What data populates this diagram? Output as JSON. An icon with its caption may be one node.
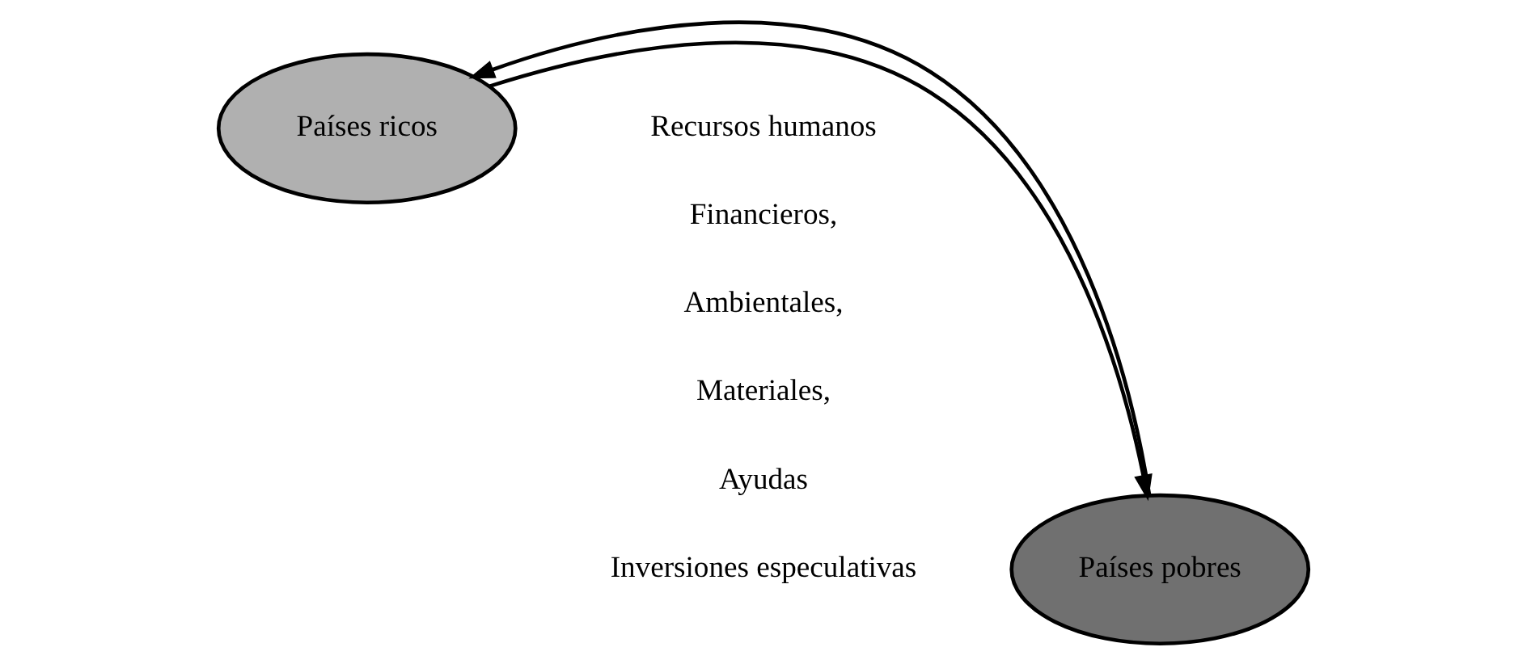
{
  "diagram": {
    "nodes": [
      {
        "text": [
          "Países ricos"
        ]
      },
      {
        "text": [
          "Países pobres"
        ]
      }
    ],
    "edges": [
      {
        "from": 0,
        "to": 1,
        "arrow": "to"
      },
      {
        "from": 1,
        "to": 0,
        "arrow": "to"
      }
    ],
    "labels": [
      "Recursos humanos",
      "Financieros,",
      "Ambientales,",
      "Materiales,",
      "Ayudas",
      "Inversiones especulativas"
    ]
  }
}
